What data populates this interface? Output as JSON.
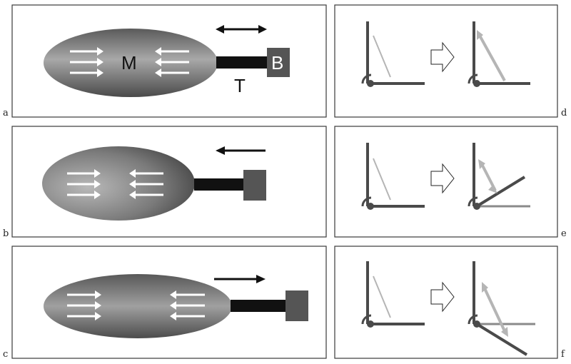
{
  "panels": {
    "a": {
      "letter": "a",
      "muscle_label": "M",
      "tendon_label": "T",
      "bone_label": "B"
    },
    "b": {
      "letter": "b"
    },
    "c": {
      "letter": "c"
    },
    "d": {
      "letter": "d"
    },
    "e": {
      "letter": "e"
    },
    "f": {
      "letter": "f"
    }
  },
  "colors": {
    "frame": "#3a3a3a",
    "tendon": "#111111",
    "bone": "#555555",
    "limb": "#4a4a4a",
    "spring": "#b5b5b5",
    "arrow_white": "#ffffff"
  }
}
